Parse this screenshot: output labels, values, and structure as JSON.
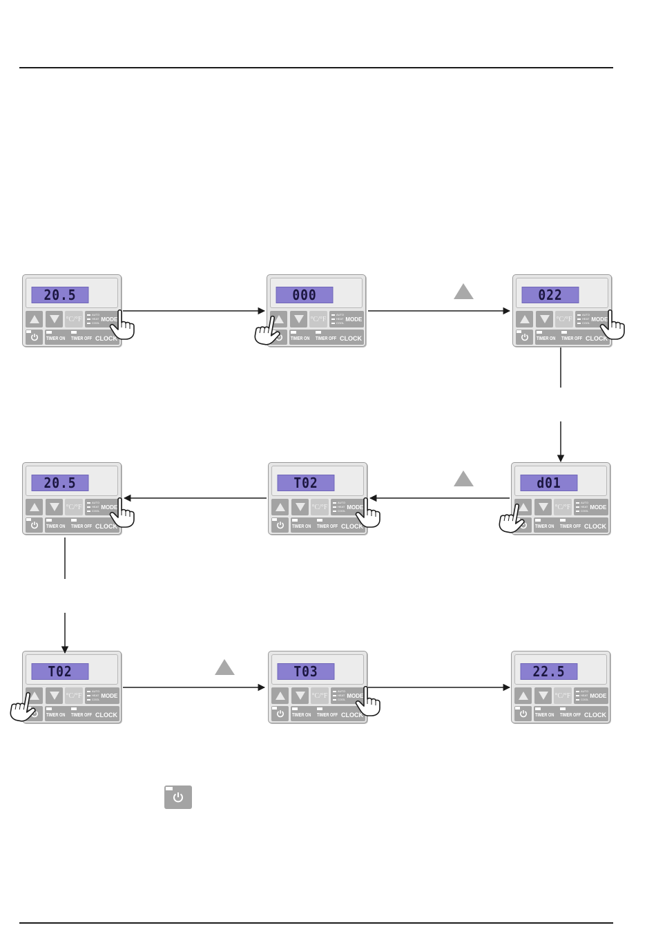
{
  "panel_labels": {
    "mode_options": [
      "AUTO",
      "HEAT",
      "COOL"
    ],
    "mode": "MODE",
    "cf": "°C/°F",
    "timer_on": "TIMER ON",
    "timer_off": "TIMER OFF",
    "clock": "CLOCK"
  },
  "panels": [
    {
      "display": "20.5",
      "hand": "mode"
    },
    {
      "display": "000",
      "hand": "up"
    },
    {
      "display": "022",
      "hand": "mode"
    },
    {
      "display": "d01",
      "hand": "up"
    },
    {
      "display": "T02",
      "hand": "mode"
    },
    {
      "display": "20.5",
      "hand": "mode"
    },
    {
      "display": "T02",
      "hand": "up"
    },
    {
      "display": "T03",
      "hand": "mode"
    },
    {
      "display": "22.5",
      "hand": "none"
    }
  ],
  "colors": {
    "lcd": "#8a7fd0",
    "button": "#a3a3a3",
    "panel": "#e6e6e6",
    "up_hint": "#a9a9a9"
  },
  "icons": {
    "power": "power-icon",
    "hand": "pointing-hand-icon",
    "up_hint": "triangle-up-icon"
  }
}
